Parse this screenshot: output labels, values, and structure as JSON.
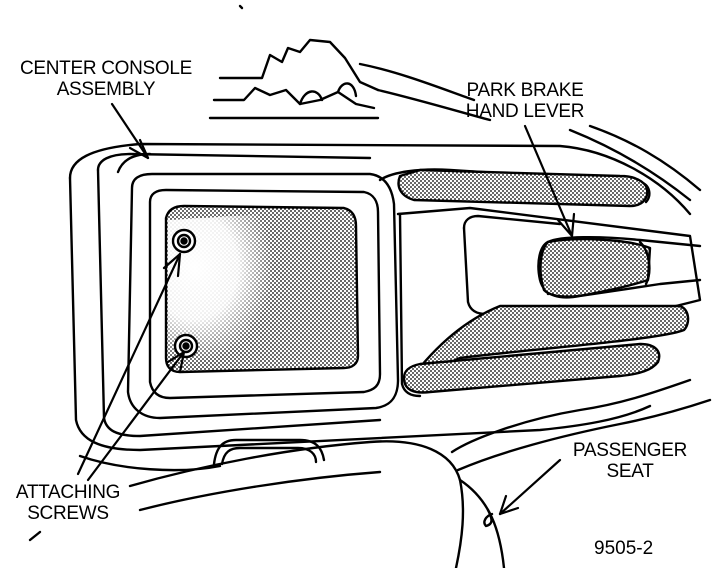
{
  "figure_id": "9505-2",
  "labels": {
    "center_console": {
      "line1": "CENTER CONSOLE",
      "line2": "ASSEMBLY"
    },
    "park_brake": {
      "line1": "PARK BRAKE",
      "line2": "HAND LEVER"
    },
    "passenger_seat": {
      "line1": "PASSENGER",
      "line2": "SEAT"
    },
    "attaching_screws": {
      "line1": "ATTACHING",
      "line2": "SCREWS"
    }
  },
  "colors": {
    "ink": "#000000",
    "paper": "#ffffff",
    "stipple": "#8a8a8a"
  }
}
